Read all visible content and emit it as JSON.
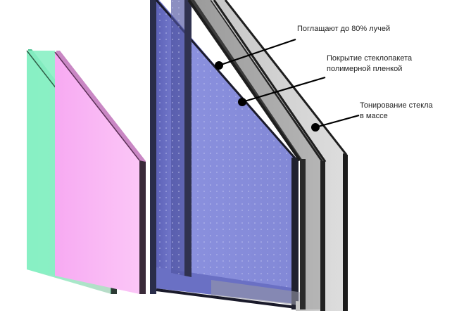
{
  "annotations": [
    {
      "id": "absorb-rays",
      "lines": [
        "Поглащают до 80% лучей"
      ]
    },
    {
      "id": "polymer-film-coating",
      "lines": [
        "Покрытие стеклопакета",
        "полимерной пленкой"
      ]
    },
    {
      "id": "mass-tinting",
      "lines": [
        "Тонирование стекла",
        "в массе"
      ]
    }
  ],
  "colors": {
    "film_green": "#8eedc4",
    "film_pink": "#f9b8f5",
    "frame_blue": "#7f86d6",
    "glass_grey": "#a7a7a7",
    "glass_light": "#d2d2d2",
    "spacer_yellow": "#e5c14a",
    "edge_dark": "#1f1f1f"
  },
  "icons": {
    "pointer_dot": "filled-circle"
  }
}
